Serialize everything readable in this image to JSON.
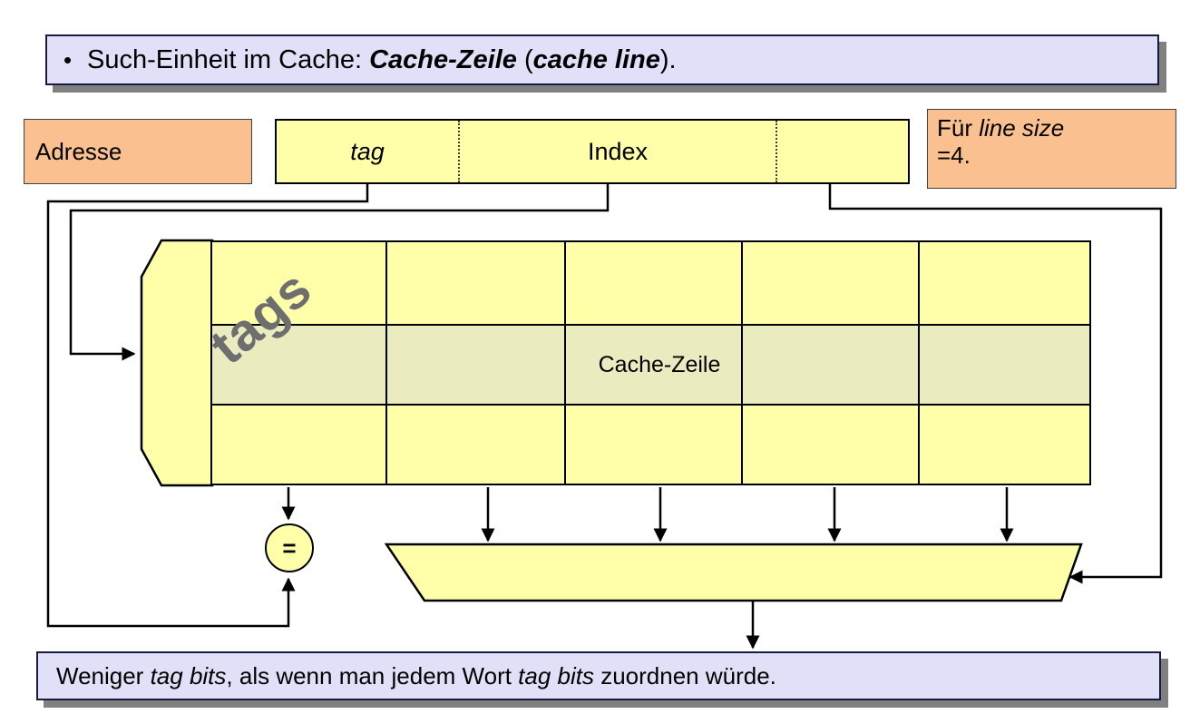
{
  "slide": {
    "title_bullet": {
      "bullet": "•",
      "prefix": "Such-Einheit im Cache: ",
      "term_bold": "Cache-Zeile",
      "paren_open": " (",
      "term_italic_bold": "cache line",
      "paren_close": ")."
    },
    "footer_note": {
      "part1": "Weniger ",
      "em1": "tag bits",
      "part2": ", als wenn man jedem Wort ",
      "em2": "tag bits",
      "part3": " zuordnen würde."
    }
  },
  "address": {
    "label": "Adresse",
    "fields": [
      {
        "name": "tag",
        "label": "tag",
        "italic": true
      },
      {
        "name": "index",
        "label": "Index",
        "italic": false
      },
      {
        "name": "offset",
        "label": "",
        "italic": false
      }
    ]
  },
  "note": {
    "prefix": "Für ",
    "em": "line size",
    "suffix": "=4."
  },
  "cache": {
    "tags_label": "tags",
    "cache_line_label": "Cache-Zeile",
    "rows": 3,
    "word_columns": 4,
    "highlighted_row_index": 1
  },
  "comparator": {
    "label": "="
  },
  "colors": {
    "yellow_fill": "#FFFFAA",
    "highlight_fill": "#EBEBC0",
    "salmon_fill": "#FAC090",
    "callout_fill": "#E0E0F8",
    "callout_border": "#1A1A40",
    "shadow": "#808080",
    "line": "#000000",
    "tags_text": "#6E6E6E"
  }
}
